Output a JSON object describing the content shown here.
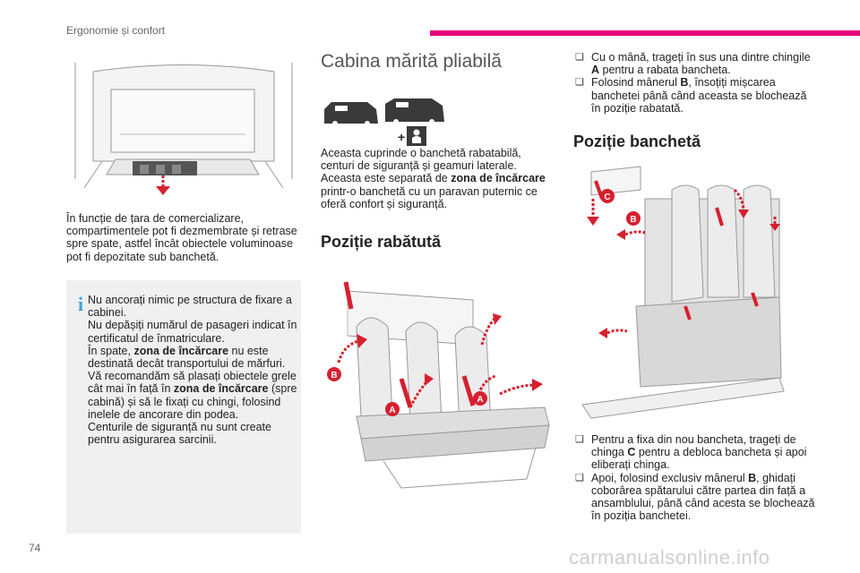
{
  "header": {
    "section": "Ergonomie și confort",
    "accent_color": "#e6007e"
  },
  "page_number": "74",
  "watermark": "carmanualsonline.info",
  "left_column": {
    "paragraph": "În funcție de țara de comercializare, compartimentele pot fi dezmembrate și retrase spre spate, astfel încât obiectele voluminoase pot fi depozitate sub banchetă.",
    "info_box": {
      "icon": "i",
      "lines": [
        "Nu ancorați nimic pe structura de fixare a cabinei.",
        "Nu depășiți numărul de pasageri indicat în certificatul de înmatriculare.",
        "În spate, ",
        "zona de încărcare",
        " nu este destinată decât transportului de mărfuri.",
        "Vă recomandăm să plasați obiectele grele cât mai în față în ",
        "zona de încărcare",
        " (spre cabină) și să le fixați cu chingi, folosind inelele de ancorare din podea.",
        "Centurile de siguranță nu sunt create pentru asigurarea sarcinii."
      ]
    }
  },
  "middle_column": {
    "title": "Cabina mărită pliabilă",
    "vehicle_icons_plus": "+",
    "paragraph_parts": [
      "Aceasta cuprinde o banchetă rabatabilă, centuri de siguranță și geamuri laterale. Aceasta este separată de ",
      "zona de încărcare",
      " printr-o banchetă cu un paravan puternic ce oferă confort și siguranță."
    ],
    "subtitle": "Poziție rabătută",
    "labels": {
      "a": "A",
      "b": "B"
    }
  },
  "right_column": {
    "bullets_top": [
      {
        "parts": [
          "Cu o mână, trageți în sus una dintre chingile ",
          "A",
          " pentru a rabata bancheta."
        ]
      },
      {
        "parts": [
          "Folosind mânerul ",
          "B",
          ", însoțiți mișcarea banchetei până când aceasta se blochează în poziție rabatată."
        ]
      }
    ],
    "subtitle": "Poziție banchetă",
    "labels": {
      "b": "B",
      "c": "C"
    },
    "bullets_bottom": [
      {
        "parts": [
          "Pentru a fixa din nou bancheta, trageți de chinga ",
          "C",
          " pentru a debloca bancheta și apoi eliberați chinga."
        ]
      },
      {
        "parts": [
          "Apoi, folosind exclusiv mânerul ",
          "B",
          ", ghidați coborârea spătarului către partea din față a ansamblului, până când acesta se blochează în poziția banchetei."
        ]
      }
    ],
    "bullet_mark": "❑"
  },
  "colors": {
    "callout_red": "#d6202e",
    "info_blue": "#3ea3dc",
    "box_gray": "#f0f0f0"
  }
}
